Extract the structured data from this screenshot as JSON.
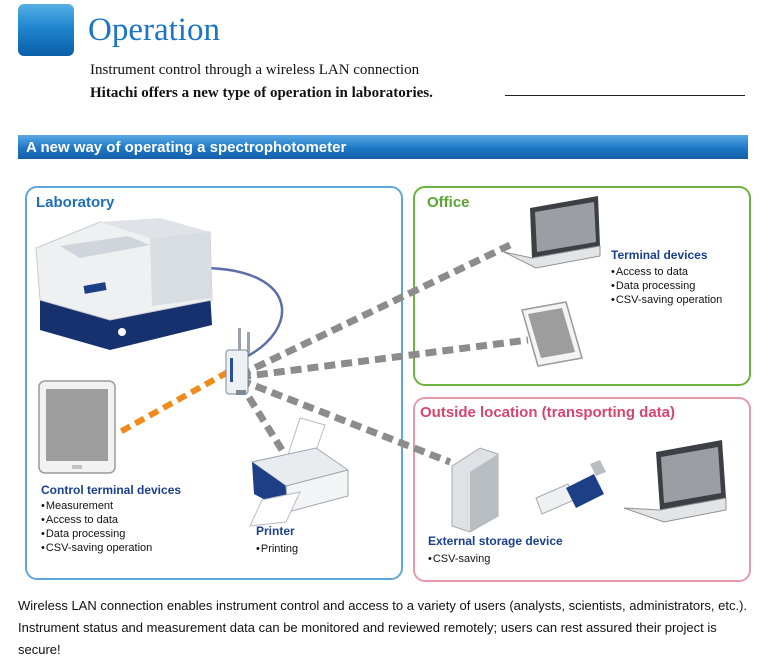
{
  "header": {
    "title": "Operation",
    "subtitle": "Instrument control through a wireless LAN connection",
    "tagline": "Hitachi offers a new type of operation in laboratories."
  },
  "section": {
    "title": "A new way of operating a spectrophotometer"
  },
  "laboratory": {
    "title": "Laboratory",
    "control_devices": {
      "title": "Control terminal devices",
      "items": [
        "Measurement",
        "Access to data",
        "Data processing",
        "CSV-saving operation"
      ]
    },
    "printer": {
      "title": "Printer",
      "items": [
        "Printing"
      ]
    }
  },
  "office": {
    "title": "Office",
    "terminal_devices": {
      "title": "Terminal devices",
      "items": [
        "Access to data",
        "Data processing",
        "CSV-saving operation"
      ]
    }
  },
  "outside": {
    "title": "Outside location (transporting data)",
    "storage": {
      "title": "External storage device",
      "items": [
        "CSV-saving"
      ]
    }
  },
  "footer": "Wireless LAN connection enables instrument control and access to a variety of users (analysts, scientists, administrators, etc.). Instrument status and measurement data can be monitored and reviewed remotely; users can rest assured their project is secure!",
  "colors": {
    "brand_blue": "#1b75c6",
    "lab_border": "#5fa7da",
    "office_border": "#6db33f",
    "outside_border": "#e49aa9",
    "link_gray": "#8c8c8c",
    "link_orange": "#f08a1c"
  }
}
